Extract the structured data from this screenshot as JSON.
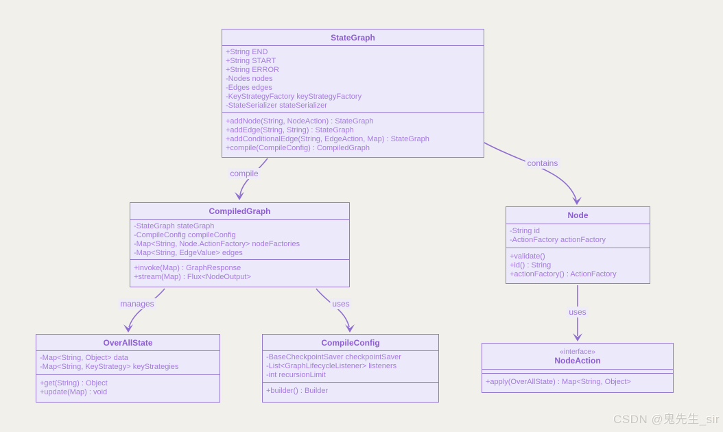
{
  "diagram": {
    "type": "uml-class-diagram",
    "watermark": "CSDN @鬼先生_sir"
  },
  "colors": {
    "page_background": "#f2f0ea",
    "box_fill": "#ebe9fa",
    "box_border": "#9379cf",
    "title_text": "#8d5ed3",
    "member_text": "#a67ce0",
    "arrow": "#8e6fd0",
    "edge_label_text": "#a07ad8",
    "watermark_text": "#cac7c0"
  },
  "classes": [
    {
      "name": "StateGraph",
      "attributes": [
        "+String END",
        "+String START",
        "+String ERROR",
        "-Nodes nodes",
        "-Edges edges",
        "-KeyStrategyFactory keyStrategyFactory",
        "-StateSerializer stateSerializer"
      ],
      "methods": [
        "+addNode(String, NodeAction) : StateGraph",
        "+addEdge(String, String) : StateGraph",
        "+addConditionalEdge(String, EdgeAction, Map) : StateGraph",
        "+compile(CompileConfig) : CompiledGraph"
      ]
    },
    {
      "name": "CompiledGraph",
      "attributes": [
        "-StateGraph stateGraph",
        "-CompileConfig compileConfig",
        "-Map<String, Node.ActionFactory> nodeFactories",
        "-Map<String, EdgeValue> edges"
      ],
      "methods": [
        "+invoke(Map) : GraphResponse",
        "+stream(Map) : Flux<NodeOutput>"
      ]
    },
    {
      "name": "Node",
      "attributes": [
        "-String id",
        "-ActionFactory actionFactory"
      ],
      "methods": [
        "+validate()",
        "+id() : String",
        "+actionFactory() : ActionFactory"
      ]
    },
    {
      "name": "OverAllState",
      "attributes": [
        "-Map<String, Object> data",
        "-Map<String, KeyStrategy> keyStrategies"
      ],
      "methods": [
        "+get(String) : Object",
        "+update(Map) : void"
      ]
    },
    {
      "name": "CompileConfig",
      "attributes": [
        "-BaseCheckpointSaver checkpointSaver",
        "-List<GraphLifecycleListener> listeners",
        "-int recursionLimit"
      ],
      "methods": [
        "+builder() : Builder"
      ]
    },
    {
      "name": "NodeAction",
      "stereotype": "«interface»",
      "attributes": [],
      "methods": [
        "+apply(OverAllState) : Map<String, Object>"
      ]
    }
  ],
  "relations": [
    {
      "label": "compile",
      "from": "StateGraph",
      "to": "CompiledGraph"
    },
    {
      "label": "contains",
      "from": "StateGraph",
      "to": "Node"
    },
    {
      "label": "manages",
      "from": "CompiledGraph",
      "to": "OverAllState"
    },
    {
      "label": "uses",
      "from": "CompiledGraph",
      "to": "CompileConfig"
    },
    {
      "label": "uses",
      "from": "Node",
      "to": "NodeAction"
    }
  ]
}
